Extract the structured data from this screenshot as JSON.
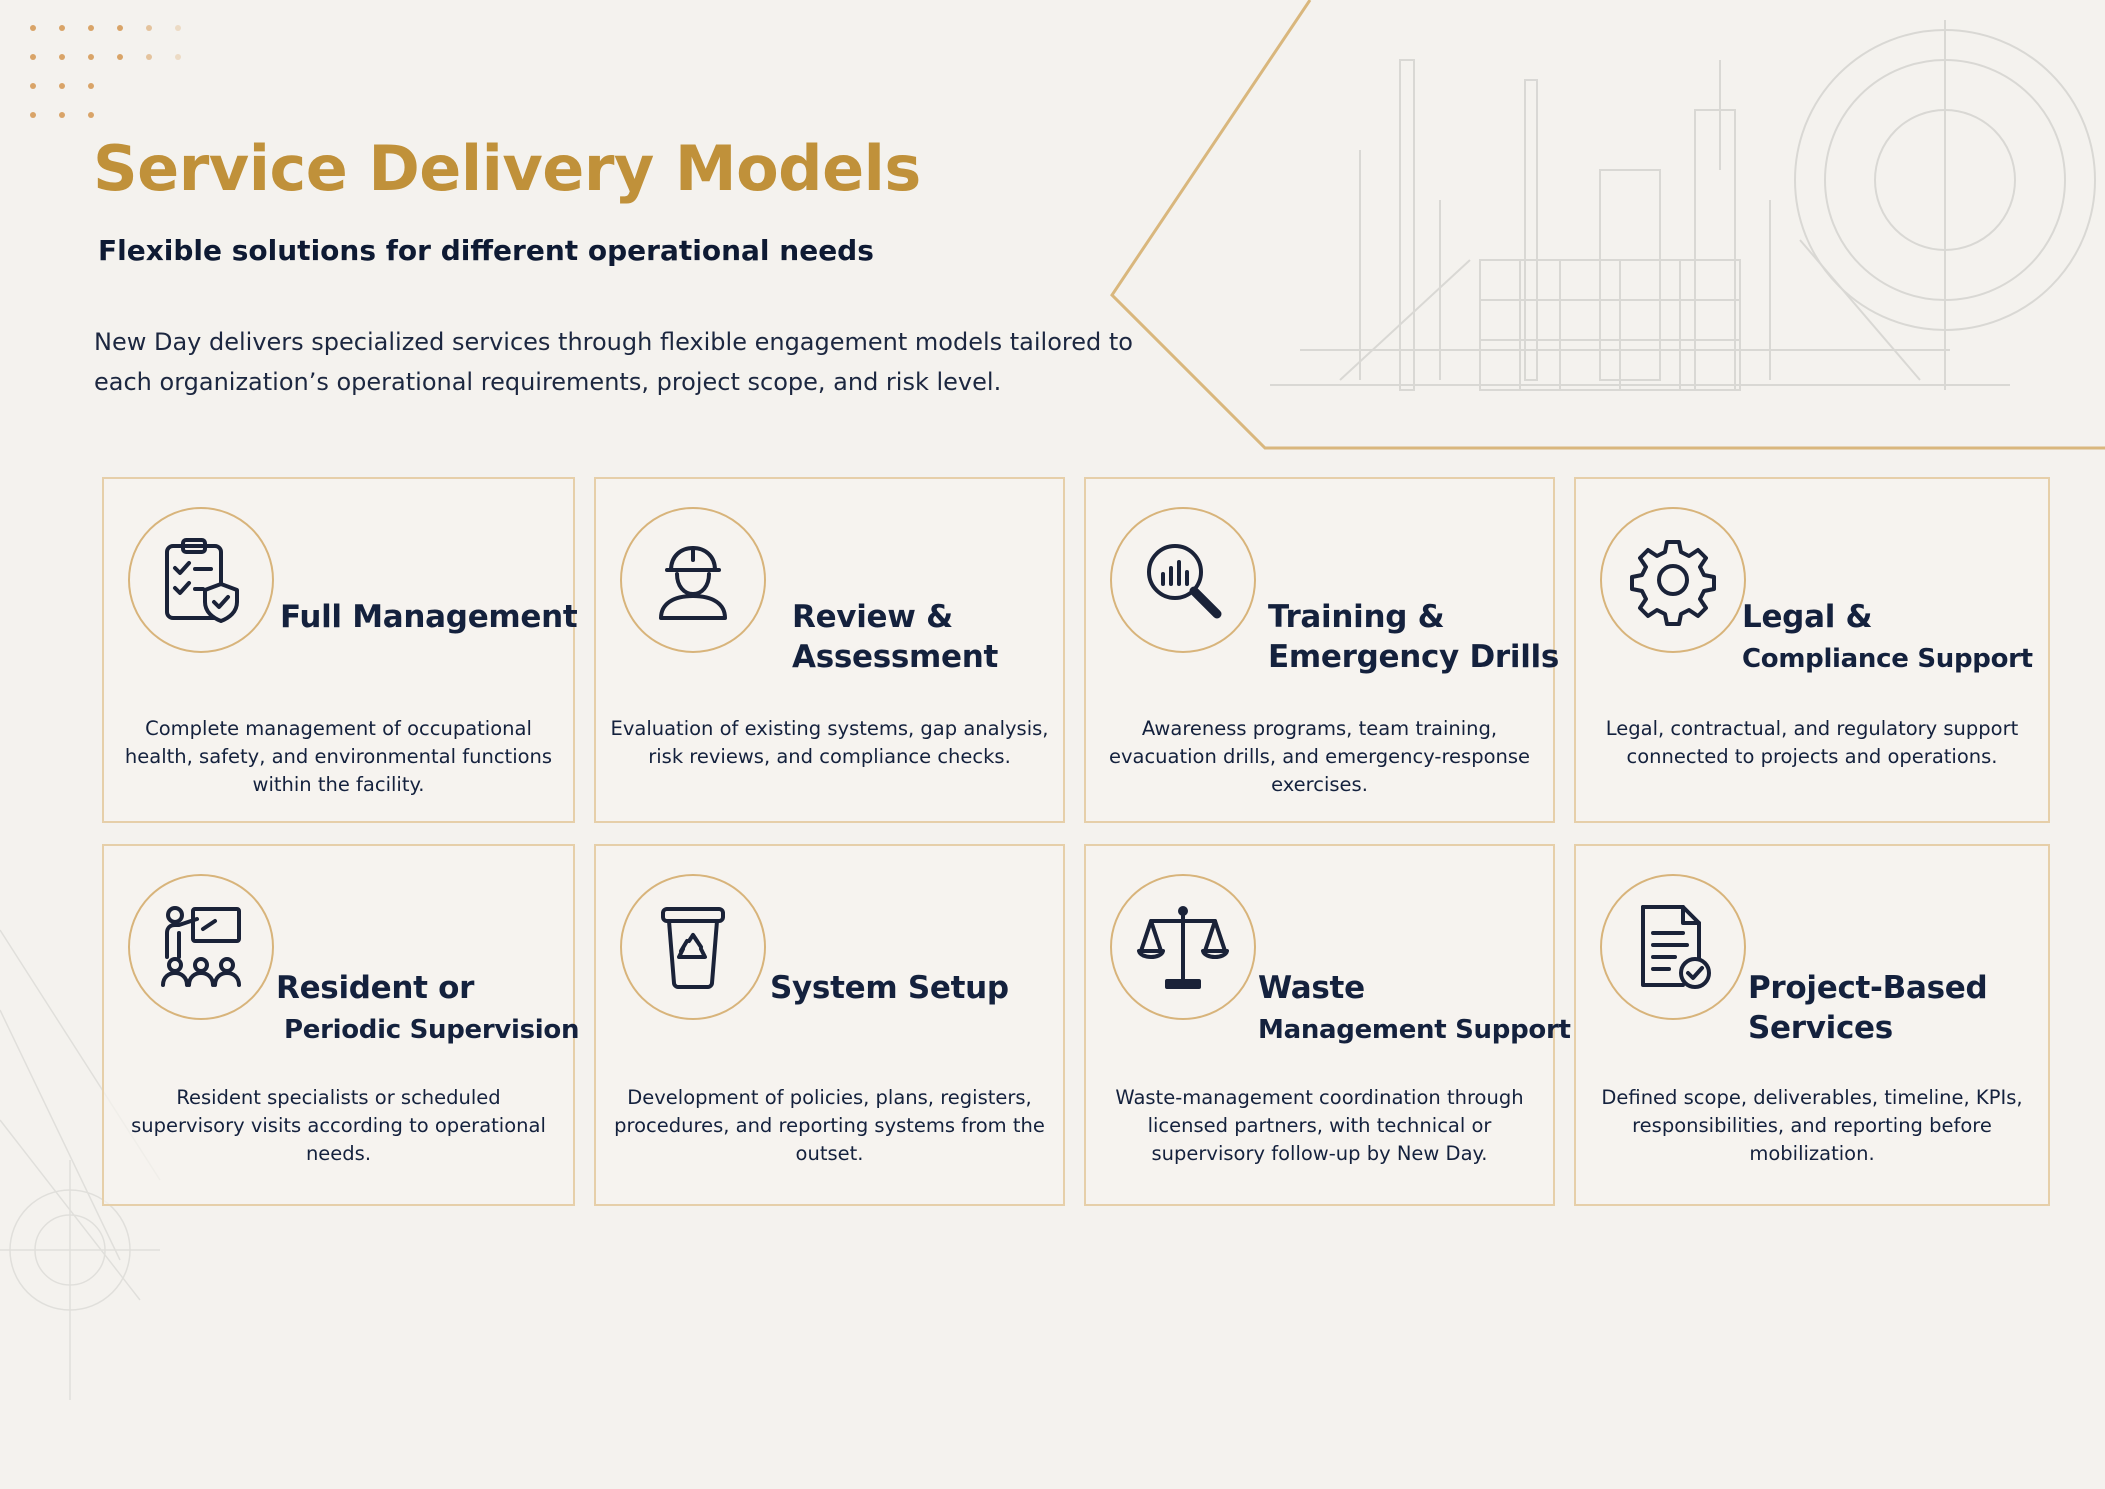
{
  "header": {
    "title": "Service Delivery Models",
    "subtitle": "Flexible solutions for different operational needs",
    "intro": "New Day delivers specialized services through flexible engagement models tailored to each organization’s operational requirements, project scope, and risk level."
  },
  "colors": {
    "gold": "#c0913a",
    "navy": "#14213d",
    "card_border": "#e6cfa9",
    "background": "#f4f2ee"
  },
  "cards": [
    {
      "icon": "clipboard-checklist-shield-icon",
      "title_line1": "Full Management",
      "title_line2": "",
      "description": "Complete management of occupational health, safety, and environmental functions within the facility."
    },
    {
      "icon": "worker-hardhat-icon",
      "title_line1": "Review &",
      "title_line2": "Assessment",
      "description": "Evaluation of existing systems, gap analysis, risk reviews, and compliance checks."
    },
    {
      "icon": "magnifier-bar-chart-icon",
      "title_line1": "Training &",
      "title_line2": "Emergency Drills",
      "description": "Awareness programs, team training, evacuation drills, and emergency-response exercises."
    },
    {
      "icon": "gear-icon",
      "title_line1": "Legal &",
      "title_line2": "Compliance Support",
      "description": "Legal, contractual, and regulatory support connected to projects and operations."
    },
    {
      "icon": "trainer-presentation-icon",
      "title_line1": "Resident or",
      "title_line2": "Periodic Supervision",
      "description": "Resident specialists or scheduled supervisory visits according to operational needs."
    },
    {
      "icon": "recycle-bin-icon",
      "title_line1": "System Setup",
      "title_line2": "",
      "description": "Development of policies, plans, registers, procedures, and reporting systems from the outset."
    },
    {
      "icon": "balance-scale-icon",
      "title_line1": "Waste",
      "title_line2": "Management Support",
      "description": "Waste-management coordination through licensed partners, with technical or supervisory follow-up by New Day."
    },
    {
      "icon": "document-check-icon",
      "title_line1": "Project-Based",
      "title_line2": "Services",
      "description": "Defined scope, deliverables, timeline, KPIs, responsibilities, and reporting before mobilization."
    }
  ]
}
